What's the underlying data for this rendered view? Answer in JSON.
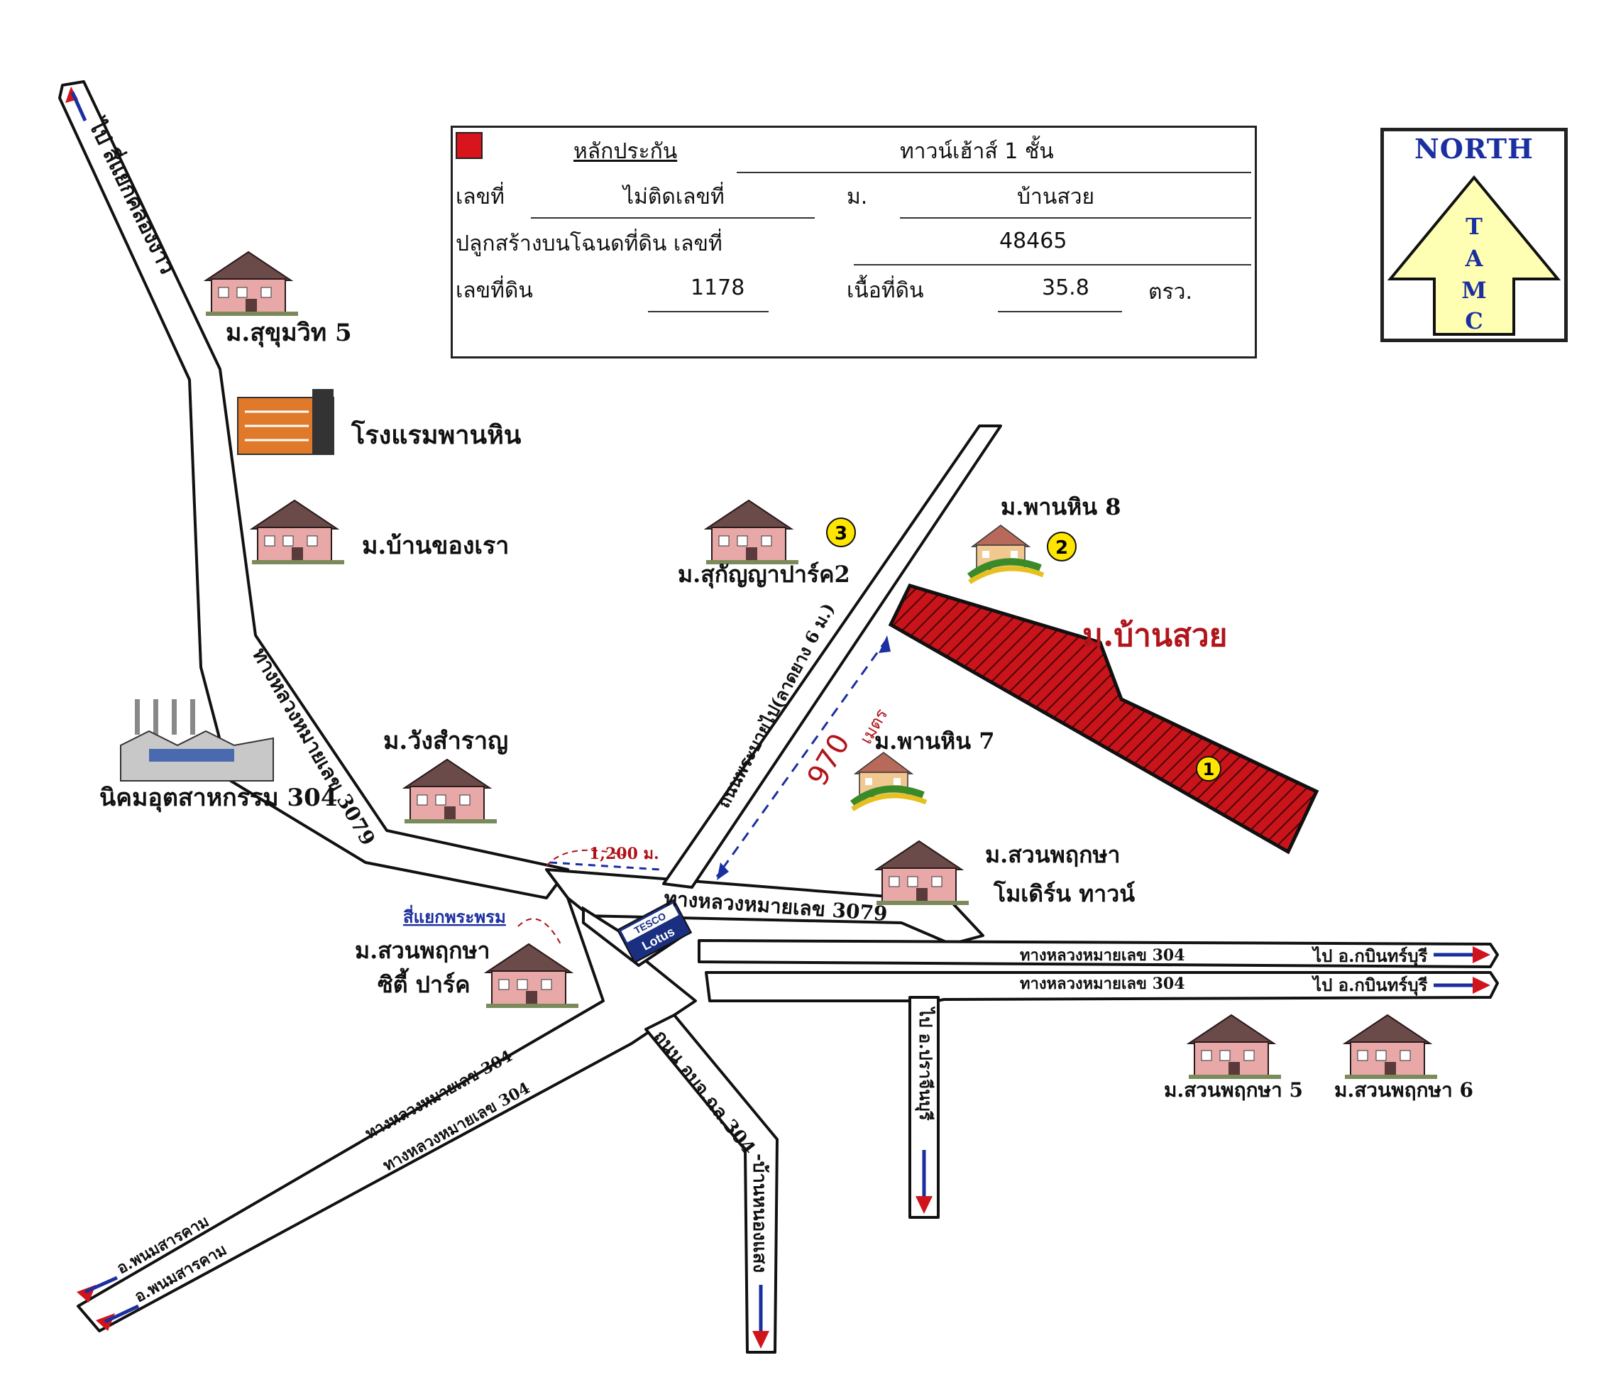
{
  "info": {
    "legend_color": "#d8141c",
    "collateral_label": "หลักประกัน",
    "collateral_value": "ทาวน์เฮ้าส์ 1 ชั้น",
    "no_label": "เลขที่",
    "no_value": "ไม่ติดเลขที่",
    "village_label": "ม.",
    "village_value": "บ้านสวย",
    "deed_label": "ปลูกสร้างบนโฉนดที่ดิน เลขที่",
    "deed_value": "48465",
    "land_no_label": "เลขที่ดิน",
    "land_no_value": "1178",
    "area_label": "เนื้อที่ดิน",
    "area_value": "35.8",
    "area_unit": "ตรว."
  },
  "north": {
    "title": "NORTH",
    "letters": [
      "T",
      "A",
      "M",
      "C"
    ],
    "arrow_color": "#ffffb3"
  },
  "labels": {
    "to_khlong": "ไป สี่แยกคลองงาว",
    "sukhumvit5": "ม.สุขุมวิท 5",
    "hotel": "โรงแรมพานหิน",
    "ban_khong_rao": "ม.บ้านของเรา",
    "industrial": "นิคมอุตสาหกรรม 304",
    "wang_samran": "ม.วังสำราญ",
    "hwy3079_vertical": "ทางหลวงหมายเลข 3079",
    "hwy3079_horizontal": "ทางหลวงหมายเลข 3079",
    "distance_1200": "1,200 ม.",
    "phrom_junction": "สี่แยกพระพรม",
    "suan_city_1": "ม.สวนพฤกษา",
    "suan_city_2": "ซิตี้ ปาร์ค",
    "tesco": "TESCO",
    "lotus": "Lotus",
    "sukanya": "ม.สุกัญญาปาร์ค2",
    "pan_hin8": "ม.พานหิน 8",
    "ban_suay": "ม.บ้านสวย",
    "pan_hin7": "ม.พานหิน 7",
    "distance_970": "970",
    "meters": "เมตร",
    "pracha_road": "ถนนพระบายไป(ลาดยาง 6 ม.)",
    "suan_modern_1": "ม.สวนพฤกษา",
    "suan_modern_2": "โมเดิร์น ทาวน์",
    "hwy304_a": "ทางหลวงหมายเลข 304",
    "hwy304_b": "ทางหลวงหมายเลข 304",
    "to_kabin_a": "ไป อ.กบินทร์บุรี",
    "to_kabin_b": "ไป อ.กบินทร์บุรี",
    "prachin_road": "ไป อ.ปราจีนบุรี",
    "obj_road": "ถนน อบจ.ฉล.304",
    "ban_nong": "-บ้านหนองแสง",
    "hwy304_sw_a": "ทางหลวงหมายเลข 304",
    "hwy304_sw_b": "ทางหลวงหมายเลข 304",
    "phanom_a": "อ.พนมสารคาม",
    "phanom_b": "อ.พนมสารคาม",
    "suan5": "ม.สวนพฤกษา 5",
    "suan6": "ม.สวนพฤกษา 6"
  },
  "markers": [
    "1",
    "2",
    "3"
  ],
  "colors": {
    "site": "#c8141a",
    "site_label": "#b0151b",
    "arrow_red": "#d0141c",
    "arrow_blue": "#1b2fa0",
    "marker": "#ffe600",
    "dash_blue": "#1b2fa0",
    "dash_red": "#b01018"
  }
}
